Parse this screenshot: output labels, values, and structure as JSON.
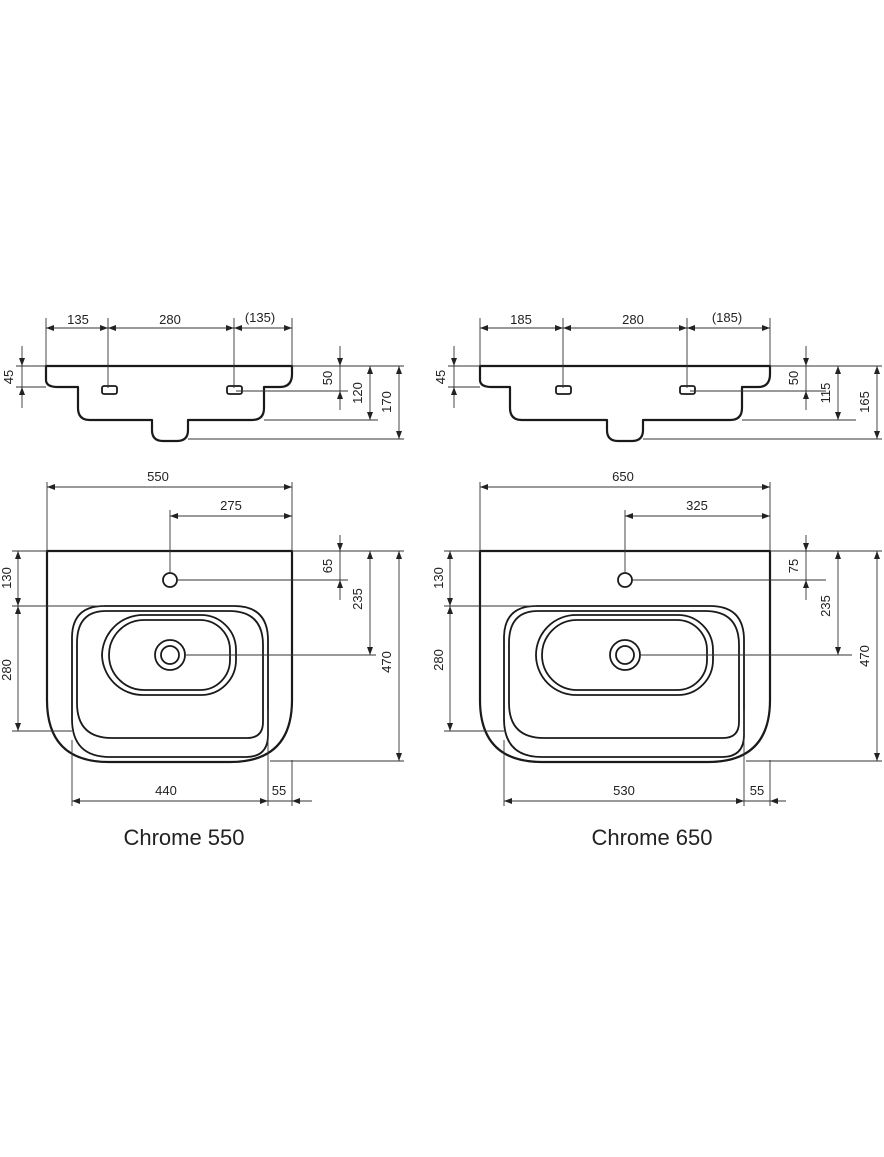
{
  "drawings": [
    {
      "caption": "Chrome 550",
      "side": {
        "left": "135",
        "middle": "280",
        "right": "(135)",
        "h1": "45",
        "h2": "50",
        "h3": "120",
        "h4": "170"
      },
      "top": {
        "width": "550",
        "half": "275",
        "tap": "65",
        "drain": "235",
        "back": "130",
        "bowl": "280",
        "depth": "470",
        "inner": "440",
        "edge": "55"
      }
    },
    {
      "caption": "Chrome 650",
      "side": {
        "left": "185",
        "middle": "280",
        "right": "(185)",
        "h1": "45",
        "h2": "50",
        "h3": "115",
        "h4": "165"
      },
      "top": {
        "width": "650",
        "half": "325",
        "tap": "75",
        "drain": "235",
        "back": "130",
        "bowl": "280",
        "depth": "470",
        "inner": "530",
        "edge": "55"
      }
    }
  ]
}
